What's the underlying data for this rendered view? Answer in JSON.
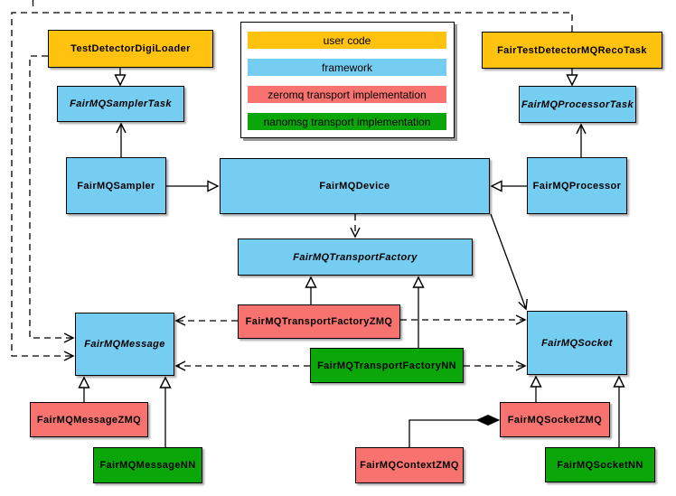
{
  "colors": {
    "user_code": "#FFC20E",
    "framework": "#76CDF2",
    "zeromq": "#F8736F",
    "nanomsg": "#0AA60A",
    "edge": "#000000",
    "background": "#FFFFFF"
  },
  "legend": {
    "items": [
      {
        "label": "user code",
        "color": "#FFC20E"
      },
      {
        "label": "framework",
        "color": "#76CDF2"
      },
      {
        "label": "zeromq transport implementation",
        "color": "#F8736F"
      },
      {
        "label": "nanomsg transport implementation",
        "color": "#0AA60A"
      }
    ]
  },
  "nodes": {
    "digi_loader": {
      "label": "TestDetectorDigiLoader",
      "category": "user code",
      "abstract": false
    },
    "reco_task": {
      "label": "FairTestDetectorMQRecoTask",
      "category": "user code",
      "abstract": false
    },
    "sampler_task": {
      "label": "FairMQSamplerTask",
      "category": "framework",
      "abstract": true
    },
    "processor_task": {
      "label": "FairMQProcessorTask",
      "category": "framework",
      "abstract": true
    },
    "sampler": {
      "label": "FairMQSampler",
      "category": "framework",
      "abstract": false
    },
    "processor": {
      "label": "FairMQProcessor",
      "category": "framework",
      "abstract": false
    },
    "device": {
      "label": "FairMQDevice",
      "category": "framework",
      "abstract": false
    },
    "transport_factory": {
      "label": "FairMQTransportFactory",
      "category": "framework",
      "abstract": true
    },
    "transport_factory_zmq": {
      "label": "FairMQTransportFactoryZMQ",
      "category": "zeromq",
      "abstract": false
    },
    "transport_factory_nn": {
      "label": "FairMQTransportFactoryNN",
      "category": "nanomsg",
      "abstract": false
    },
    "message": {
      "label": "FairMQMessage",
      "category": "framework",
      "abstract": true
    },
    "socket": {
      "label": "FairMQSocket",
      "category": "framework",
      "abstract": true
    },
    "message_zmq": {
      "label": "FairMQMessageZMQ",
      "category": "zeromq",
      "abstract": false
    },
    "message_nn": {
      "label": "FairMQMessageNN",
      "category": "nanomsg",
      "abstract": false
    },
    "context_zmq": {
      "label": "FairMQContextZMQ",
      "category": "zeromq",
      "abstract": false
    },
    "socket_zmq": {
      "label": "FairMQSocketZMQ",
      "category": "zeromq",
      "abstract": false
    },
    "socket_nn": {
      "label": "FairMQSocketNN",
      "category": "nanomsg",
      "abstract": false
    }
  },
  "edges": [
    {
      "from": "TestDetectorDigiLoader",
      "to": "FairMQSamplerTask",
      "relation": "inheritance",
      "line": "solid"
    },
    {
      "from": "FairTestDetectorMQRecoTask",
      "to": "FairMQProcessorTask",
      "relation": "inheritance",
      "line": "solid"
    },
    {
      "from": "FairMQSampler",
      "to": "FairMQSamplerTask",
      "relation": "association",
      "line": "solid"
    },
    {
      "from": "FairMQProcessor",
      "to": "FairMQProcessorTask",
      "relation": "association",
      "line": "solid"
    },
    {
      "from": "FairMQSampler",
      "to": "FairMQDevice",
      "relation": "inheritance",
      "line": "solid"
    },
    {
      "from": "FairMQProcessor",
      "to": "FairMQDevice",
      "relation": "inheritance",
      "line": "solid"
    },
    {
      "from": "FairMQDevice",
      "to": "FairMQTransportFactory",
      "relation": "dependency",
      "line": "dashed"
    },
    {
      "from": "FairMQDevice",
      "to": "FairMQSocket",
      "relation": "association",
      "line": "solid"
    },
    {
      "from": "FairMQTransportFactoryZMQ",
      "to": "FairMQTransportFactory",
      "relation": "inheritance",
      "line": "solid"
    },
    {
      "from": "FairMQTransportFactoryNN",
      "to": "FairMQTransportFactory",
      "relation": "inheritance",
      "line": "solid"
    },
    {
      "from": "FairMQTransportFactoryZMQ",
      "to": "FairMQMessage",
      "relation": "dependency",
      "line": "dashed"
    },
    {
      "from": "FairMQTransportFactoryNN",
      "to": "FairMQMessage",
      "relation": "dependency",
      "line": "dashed"
    },
    {
      "from": "FairMQTransportFactoryZMQ",
      "to": "FairMQSocket",
      "relation": "dependency",
      "line": "dashed"
    },
    {
      "from": "FairMQTransportFactoryNN",
      "to": "FairMQSocket",
      "relation": "dependency",
      "line": "dashed"
    },
    {
      "from": "TestDetectorDigiLoader",
      "to": "FairMQMessage",
      "relation": "dependency",
      "line": "dashed"
    },
    {
      "from": "FairTestDetectorMQRecoTask",
      "to": "FairMQMessage",
      "relation": "dependency",
      "line": "dashed"
    },
    {
      "from": "FairMQMessageZMQ",
      "to": "FairMQMessage",
      "relation": "inheritance",
      "line": "solid"
    },
    {
      "from": "FairMQMessageNN",
      "to": "FairMQMessage",
      "relation": "inheritance",
      "line": "solid"
    },
    {
      "from": "FairMQSocketZMQ",
      "to": "FairMQSocket",
      "relation": "inheritance",
      "line": "solid"
    },
    {
      "from": "FairMQSocketNN",
      "to": "FairMQSocket",
      "relation": "inheritance",
      "line": "solid"
    },
    {
      "from": "FairMQContextZMQ",
      "to": "FairMQSocketZMQ",
      "relation": "composition",
      "line": "solid"
    }
  ]
}
